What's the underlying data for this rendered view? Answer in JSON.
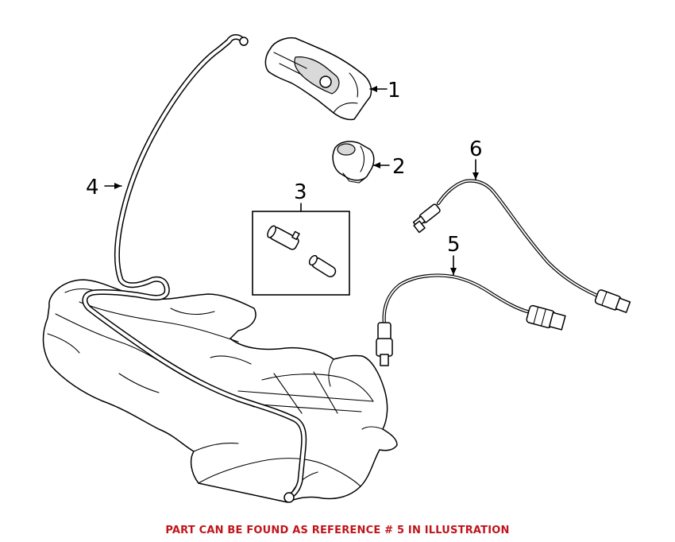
{
  "diagram": {
    "callouts": [
      {
        "id": "1",
        "text": "1"
      },
      {
        "id": "2",
        "text": "2"
      },
      {
        "id": "3",
        "text": "3"
      },
      {
        "id": "4",
        "text": "4"
      },
      {
        "id": "5",
        "text": "5"
      },
      {
        "id": "6",
        "text": "6"
      }
    ],
    "footer_note": "PART CAN BE FOUND AS REFERENCE # 5 IN ILLUSTRATION",
    "colors": {
      "note": "#c0141b",
      "line": "#000000",
      "background": "#ffffff"
    }
  }
}
